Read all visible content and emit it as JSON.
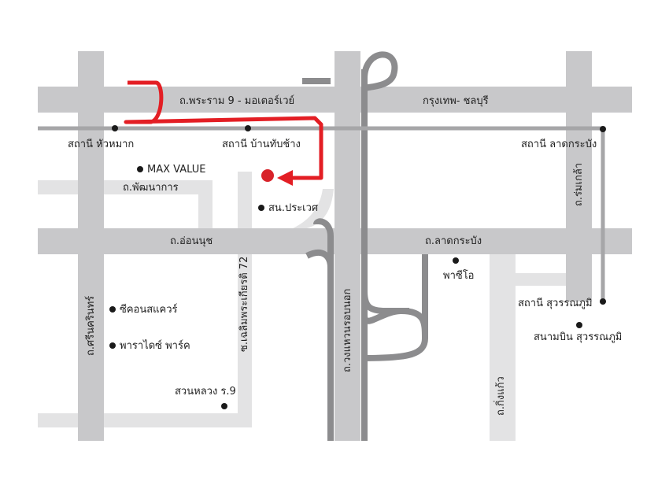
{
  "colors": {
    "major_road": "#c8c8ca",
    "minor_road": "#e3e3e4",
    "expressway": "#8c8c8e",
    "rail_line": "#a6a6a8",
    "route": "#e31e24",
    "destination": "#d8232a",
    "poi_dot": "#1a1a1a",
    "text": "#222222"
  },
  "icons": {
    "destination": "destination-marker-icon",
    "poi": "poi-dot-icon",
    "station": "station-dot-icon",
    "route_arrow": "route-arrowhead-icon"
  },
  "roads": {
    "rama9": "ถ.พระราม 9 - มอเตอร์เวย์",
    "bangkok_chonburi": "กรุงเทพ- ชลบุรี",
    "phatthanakan": "ถ.พัฒนาการ",
    "on_nut": "ถ.อ่อนนุช",
    "lat_krabang": "ถ.ลาดกระบัง",
    "srinakarin": "ถ.ศรีนครินทร์",
    "chaloem_phrakiat": "ซ.เฉลิมพระเกียรติ 72",
    "kanchanaphisek": "ถ.วงแหวนรอบนอก",
    "romklao": "ถ.ร่มเกล้า",
    "king_kaeo": "ถ.กิ่งแก้ว"
  },
  "stations": {
    "hua_mak": "สถานี หัวหมาก",
    "ban_thap_chang": "สถานี บ้านทับช้าง",
    "lat_krabang": "สถานี ลาดกระบัง",
    "suvarnabhumi": "สถานี สุวรรณภูมิ"
  },
  "places": {
    "max_value": "MAX VALUE",
    "sor_nor_prawet": "สน.ประเวศ",
    "seacon_square": "ซีคอนสแควร์",
    "paradise_park": "พาราไดซ์ พาร์ค",
    "suan_luang": "สวนหลวง ร.9",
    "paseo": "พาซีโอ",
    "suvarnabhumi_airport": "สนามบิน สุวรรณภูมิ"
  }
}
